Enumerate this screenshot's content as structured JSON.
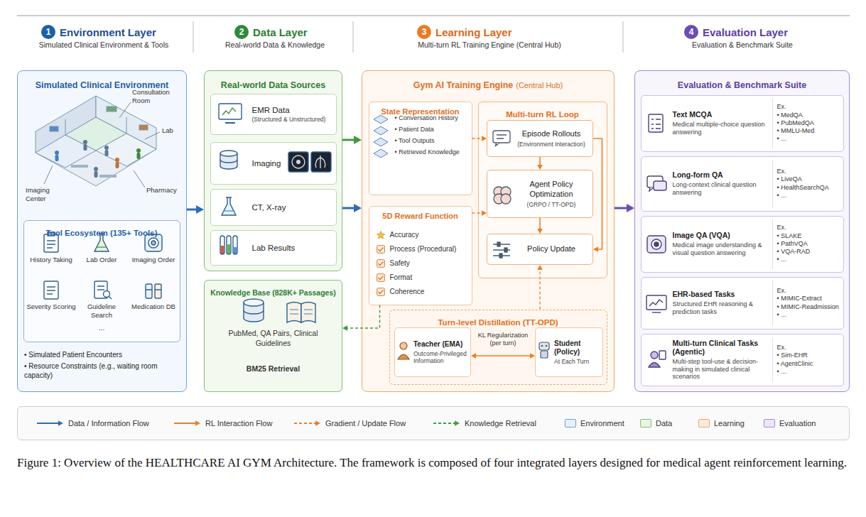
{
  "diagram": {
    "caption": "Figure 1: Overview of the HEALTHCARE AI GYM Architecture. The framework is composed of four integrated layers designed for medical agent reinforcement learning.",
    "nodes": [
      {
        "text": [
          "1"
        ]
      },
      {
        "text": [
          "2"
        ]
      },
      {
        "text": [
          "3"
        ]
      },
      {
        "text": [
          "4"
        ]
      },
      {
        "text": [
          "Simulated Clinical Environment"
        ]
      },
      {
        "text": [
          "Tool Ecosystem (135+ Tools)"
        ],
        "in": 4
      },
      {
        "text": [
          "Real-world Data Sources"
        ]
      },
      {
        "text": [
          "EMR Data",
          "(Structured & Unstructured)"
        ],
        "in": 6
      },
      {
        "text": [
          "Imaging"
        ],
        "in": 6
      },
      {
        "text": [
          "CT, X-ray"
        ],
        "in": 6
      },
      {
        "text": [
          "Lab Results"
        ],
        "in": 6
      },
      {
        "text": [
          "Knowledge Base (828K+ Passages)",
          "PubMed, QA Pairs, Clinical Guidelines",
          "BM25 Retrieval"
        ]
      },
      {
        "text": [
          "Gym AI Training Engine",
          "(Central Hub)"
        ]
      },
      {
        "text": [
          "State Representation",
          "• Conversation History",
          "• Patient Data",
          "• Tool Outputs",
          "• Retrieved Knowledge"
        ],
        "in": 12
      },
      {
        "text": [
          "Multi-turn RL Loop"
        ],
        "in": 12
      },
      {
        "text": [
          "Episode Rollouts",
          "(Environment Interaction)"
        ],
        "in": 14
      },
      {
        "text": [
          "Agent Policy Optimization",
          "(GRPO / TT-OPD)"
        ],
        "in": 14
      },
      {
        "text": [
          "Policy Update"
        ],
        "in": 14
      },
      {
        "text": [
          "5D Reward Function",
          "Accuracy",
          "Process (Procedural)",
          "Safety",
          "Format",
          "Coherence"
        ],
        "in": 12
      },
      {
        "text": [
          "Turn-level Distillation (TT-OPD)"
        ],
        "in": 12
      },
      {
        "text": [
          "Teacher (EMA)",
          "Outcome-Privileged Information"
        ],
        "in": 19
      },
      {
        "text": [
          "Student (Policy)",
          "At Each Turn"
        ],
        "in": 19
      },
      {
        "text": [
          "Evaluation & Benchmark Suite"
        ]
      },
      {
        "text": [
          "Text MCQA",
          "Medical multiple-choice question answering",
          "Ex.",
          "• MedQA",
          "• PubMedQA",
          "• MMLU-Med",
          "• ..."
        ],
        "in": 22
      },
      {
        "text": [
          "Long-form QA",
          "Long-context clinical question answering",
          "Ex.",
          "• LiveQA",
          "• HealthSearchQA",
          "• ..."
        ],
        "in": 22
      },
      {
        "text": [
          "Image QA (VQA)",
          "Medical image understanding & visual question answering",
          "Ex.",
          "• SLAKE",
          "• PathVQA",
          "• VQA-RAD",
          "• ..."
        ],
        "in": 22
      },
      {
        "text": [
          "EHR-based Tasks",
          "Structured EHR reasoning & prediction tasks",
          "Ex.",
          "• MIMIC-Extract",
          "• MIMIC-Readmission",
          "• ..."
        ],
        "in": 22
      },
      {
        "text": [
          "Multi-turn Clinical Tasks (Agentic)",
          "Multi-step tool-use & decision-making in simulated clinical scenarios",
          "Ex.",
          "• Sim-EHR",
          "• AgentClinic",
          "• ..."
        ],
        "in": 22
      }
    ],
    "edges": [
      {
        "from": 4,
        "to": 6,
        "arrow": "to"
      },
      {
        "from": 6,
        "to": 12,
        "arrow": "to"
      },
      {
        "from": 6,
        "to": 12,
        "arrow": "to"
      },
      {
        "from": 12,
        "to": 22,
        "arrow": "to"
      },
      {
        "from": 13,
        "to": 15,
        "arrow": "to"
      },
      {
        "from": 18,
        "to": 16,
        "arrow": "to"
      },
      {
        "from": 15,
        "to": 16,
        "arrow": "to"
      },
      {
        "from": 16,
        "to": 17,
        "arrow": "to"
      },
      {
        "from": 15,
        "to": 17,
        "arrow": "to"
      },
      {
        "from": 19,
        "to": 17,
        "arrow": "to"
      },
      {
        "from": 20,
        "to": 21,
        "label": "KL Regularization (per turn)",
        "arrow": "both"
      },
      {
        "from": 18,
        "to": 11,
        "arrow": "to"
      }
    ],
    "labels": [
      "Environment Layer",
      "Simulated Clinical Environment & Tools",
      "Data Layer",
      "Real-world Data & Knowledge",
      "Learning Layer",
      "Multi-turn RL Training Engine (Central Hub)",
      "Evaluation Layer",
      "Evaluation & Benchmark Suite",
      "Consultation Room",
      "Lab",
      "Imaging Center",
      "Pharmacy",
      "History Taking",
      "Lab Order",
      "Imaging Order",
      "Severity Scoring",
      "Guideline Search",
      "Medication DB",
      "...",
      "• Simulated Patient Encounters",
      "• Resource Constraints (e.g., waiting room capacity)"
    ],
    "legend": [
      {
        "text": "Data / Information Flow"
      },
      {
        "text": "RL Interaction Flow"
      },
      {
        "text": "Gradient / Update Flow"
      },
      {
        "text": "Knowledge Retrieval"
      },
      {
        "text": "Environment",
        "color": "#e8f1fc"
      },
      {
        "text": "Data",
        "color": "#e9f5e3"
      },
      {
        "text": "Learning",
        "color": "#fdeadb"
      },
      {
        "text": "Evaluation",
        "color": "#ece6f8"
      }
    ]
  }
}
